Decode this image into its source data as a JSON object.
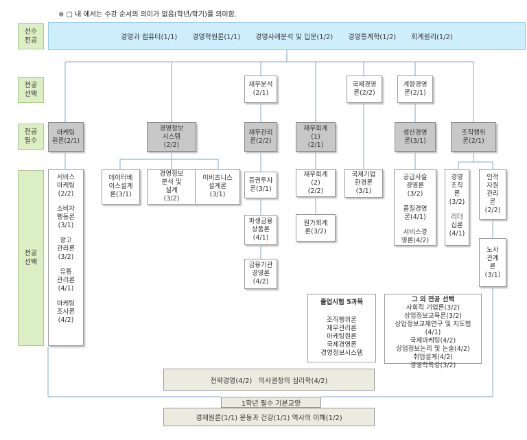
{
  "note": "※ □ 내 에서는 수강 순서의 의미가 없음(학년/학기)를 의미함.",
  "categories": {
    "prerequisite": "선수\n전공",
    "major_elective_top": "전공\n선택",
    "major_required": "전공\n필수",
    "major_elective_bottom": "전공\n선택"
  },
  "prerequisite_courses": [
    "경영과 컴퓨터(1/1)",
    "경영학원론(1/1)",
    "경영사례분석 및 입문(1/2)",
    "경영통계학(1/2)",
    "회계원리(1/2)"
  ],
  "top_electives": {
    "finance_analysis": "재무분석\n(2/1)",
    "intl_management": "국제경영\n론(2/2)",
    "quant_management": "계량경영\n론(2/1)"
  },
  "required": {
    "marketing": "마케팅\n원론(2/1)",
    "mis": "경영정보\n시스템\n(2/2)",
    "finance_mgmt": "재무관리\n론(2/2)",
    "fin_accounting1": "재무회계\n(1)\n(2/1)",
    "production": "생산경영\n론(3/1)",
    "org_behavior": "조직행위\n론(2/1)"
  },
  "electives": {
    "marketing_list": [
      "서비스\n마케팅\n(2/2)",
      "소비자\n행동론\n(3/1)",
      "광고\n관리론\n(3/2)",
      "유통\n관리론\n(4/1)",
      "마케팅\n조사론\n(4/2)"
    ],
    "database": "데이터베\n이스설계\n론(3/1)",
    "mis_analysis": "경영정보\n분석 및\n설계\n(3/2)",
    "ebiz": "이비즈니스\n설계론\n(3/1)",
    "securities": "증권투자\n론(3/1)",
    "derivatives": "파생금융\n상품론\n(4/1)",
    "fin_institution": "금융기관\n경영론\n(4/2)",
    "fin_accounting2": "재무회계\n(2)\n(2/2)",
    "cost_accounting": "원가회계\n론(3/2)",
    "intl_business": "국제기업\n환경론\n(3/1)",
    "production_list": [
      "공급사슬\n경영론\n(3/2)",
      "품질경영\n론(4/1)",
      "서비스경\n영론(4/2)"
    ],
    "org_list": [
      "경영\n조직\n론\n(3/2)",
      "리더\n십론\n(4/1)"
    ],
    "hr": "인적\n자원\n관리\n론\n(2/2)",
    "labor": "노사\n관계\n론\n(3/1)"
  },
  "graduation_exam": {
    "title": "졸업시험 5과목",
    "items": [
      "조직행위론",
      "재무관리론",
      "마케팅원론",
      "국제경영론",
      "경영정보시스템"
    ]
  },
  "other_electives": {
    "title": "그 외 전공 선택",
    "items": [
      "사회적 기업론(3/2)",
      "상업정보교육론(3/2)",
      "상업정보교재연구 및 지도법",
      "(4/1)",
      "국제마케팅(4/2)",
      "상업정보논리 및 논술(4/2)",
      "취업설계(4/2)",
      "경영학특강(3/2)"
    ]
  },
  "strategy_bar": "전략경영(4/2)   의사결정의 심리학(4/2)",
  "freshman_label": "1학년 필수 기본교양",
  "freshman_courses": "경제원론(1/1) 운동과 건강(1/1) 역사의 이해(1/2)"
}
